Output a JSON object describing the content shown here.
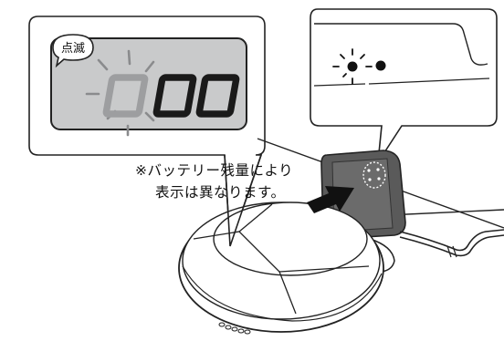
{
  "display": {
    "blink_badge": "点滅",
    "segments": [
      "0",
      "0",
      "0"
    ]
  },
  "note": {
    "line1": "※バッテリー残量により",
    "line2": "表示は異なります。"
  },
  "colors": {
    "lcd_fill": "#c9cacb",
    "segment_blinking": "#9d9ea0",
    "segment_solid": "#1a1a1a",
    "battery_body": "#5a5a5a",
    "arrow": "#111111"
  }
}
